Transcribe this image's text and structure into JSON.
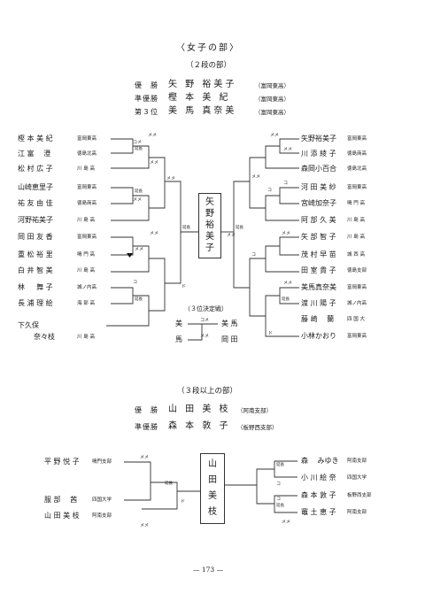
{
  "women": {
    "title": "〈女子の部〉",
    "subtitle": "（２段の部）",
    "results": [
      {
        "label": "優　勝",
        "name": "矢 野 裕美子",
        "school": "（富岡東高）"
      },
      {
        "label": "準優勝",
        "name": "樫 本 美 紀",
        "school": "（富岡東高）"
      },
      {
        "label": "第３位",
        "name": "美 馬 真奈美",
        "school": "（富岡東高）"
      }
    ],
    "left": [
      {
        "name": "樫 本 美 紀",
        "school": "富岡東高"
      },
      {
        "name": "江 富 　澄",
        "school": "徳島北高"
      },
      {
        "name": "松 村 広 子",
        "school": "川 島 高"
      },
      {
        "name": "山崎恵里子",
        "school": "富岡東高"
      },
      {
        "name": "祐 友 由 佳",
        "school": "徳島商高"
      },
      {
        "name": "河野祐美子",
        "school": "川 島 高"
      },
      {
        "name": "岡 田 友 香",
        "school": "富岡東高"
      },
      {
        "name": "重 松 裕 里",
        "school": "鳴 門 高"
      },
      {
        "name": "白 井 智 美",
        "school": "川 島 高"
      },
      {
        "name": "林 　 舞 子",
        "school": "城ノ内高"
      },
      {
        "name": "長 浦 理 絵",
        "school": "海 部 高"
      },
      {
        "name": "下久保",
        "school": ""
      },
      {
        "name": "奈々枝",
        "school": "川 島 高"
      }
    ],
    "right": [
      {
        "name": "矢野裕美子",
        "school": "富岡東高"
      },
      {
        "name": "川 添 綾 子",
        "school": "徳島商高"
      },
      {
        "name": "森岡小百合",
        "school": "徳島北高"
      },
      {
        "name": "河 田 美 紗",
        "school": "富岡東高"
      },
      {
        "name": "宮崎加奈子",
        "school": "鳴 門 高"
      },
      {
        "name": "阿 部 久 美",
        "school": "川 島 高"
      },
      {
        "name": "矢 部 智 子",
        "school": "川 島 高"
      },
      {
        "name": "茂 村 早 苗",
        "school": "城 西 高"
      },
      {
        "name": "田 室 貴 子",
        "school": "徳島支部"
      },
      {
        "name": "美馬真奈美",
        "school": "富岡東高"
      },
      {
        "name": "渡 川 陽 子",
        "school": "城ノ内高"
      },
      {
        "name": "藤 崎 　蘭",
        "school": "四 国 大"
      },
      {
        "name": "小林かおり",
        "school": "富岡東高"
      }
    ],
    "champion_chars": [
      "矢",
      "野",
      "裕",
      "美",
      "子"
    ],
    "third_place": {
      "label": "（３位決定戦）",
      "top": "美",
      "bottom": "馬",
      "winner": "美 馬",
      "loser": "岡 田"
    }
  },
  "dan3": {
    "subtitle": "（３段以上の部）",
    "results": [
      {
        "label": "優　勝",
        "name": "山 田 美 枝",
        "school": "（阿南支部）"
      },
      {
        "label": "準優勝",
        "name": "森 本 敦 子",
        "school": "（板野西支部）"
      }
    ],
    "left": [
      {
        "name": "平 野 悦 子",
        "school": "鳴門支部"
      },
      {
        "name": "服 部 　茜",
        "school": "四国大学"
      },
      {
        "name": "山 田 美 枝",
        "school": "阿南支部"
      }
    ],
    "right": [
      {
        "name": "森 　みゆき",
        "school": "阿南支部"
      },
      {
        "name": "小 川 絵 奈",
        "school": "四国大学"
      },
      {
        "name": "森 本 敦 子",
        "school": "板野西支部"
      },
      {
        "name": "竈 土 恵 子",
        "school": "阿南支部"
      }
    ],
    "champion_chars": [
      "山",
      "田",
      "美",
      "枝"
    ]
  },
  "marks": {
    "men": "メメ",
    "ko": "コ",
    "kote": "コメ",
    "do": "ド",
    "encho": "延長"
  },
  "page_number": "— 173 —"
}
